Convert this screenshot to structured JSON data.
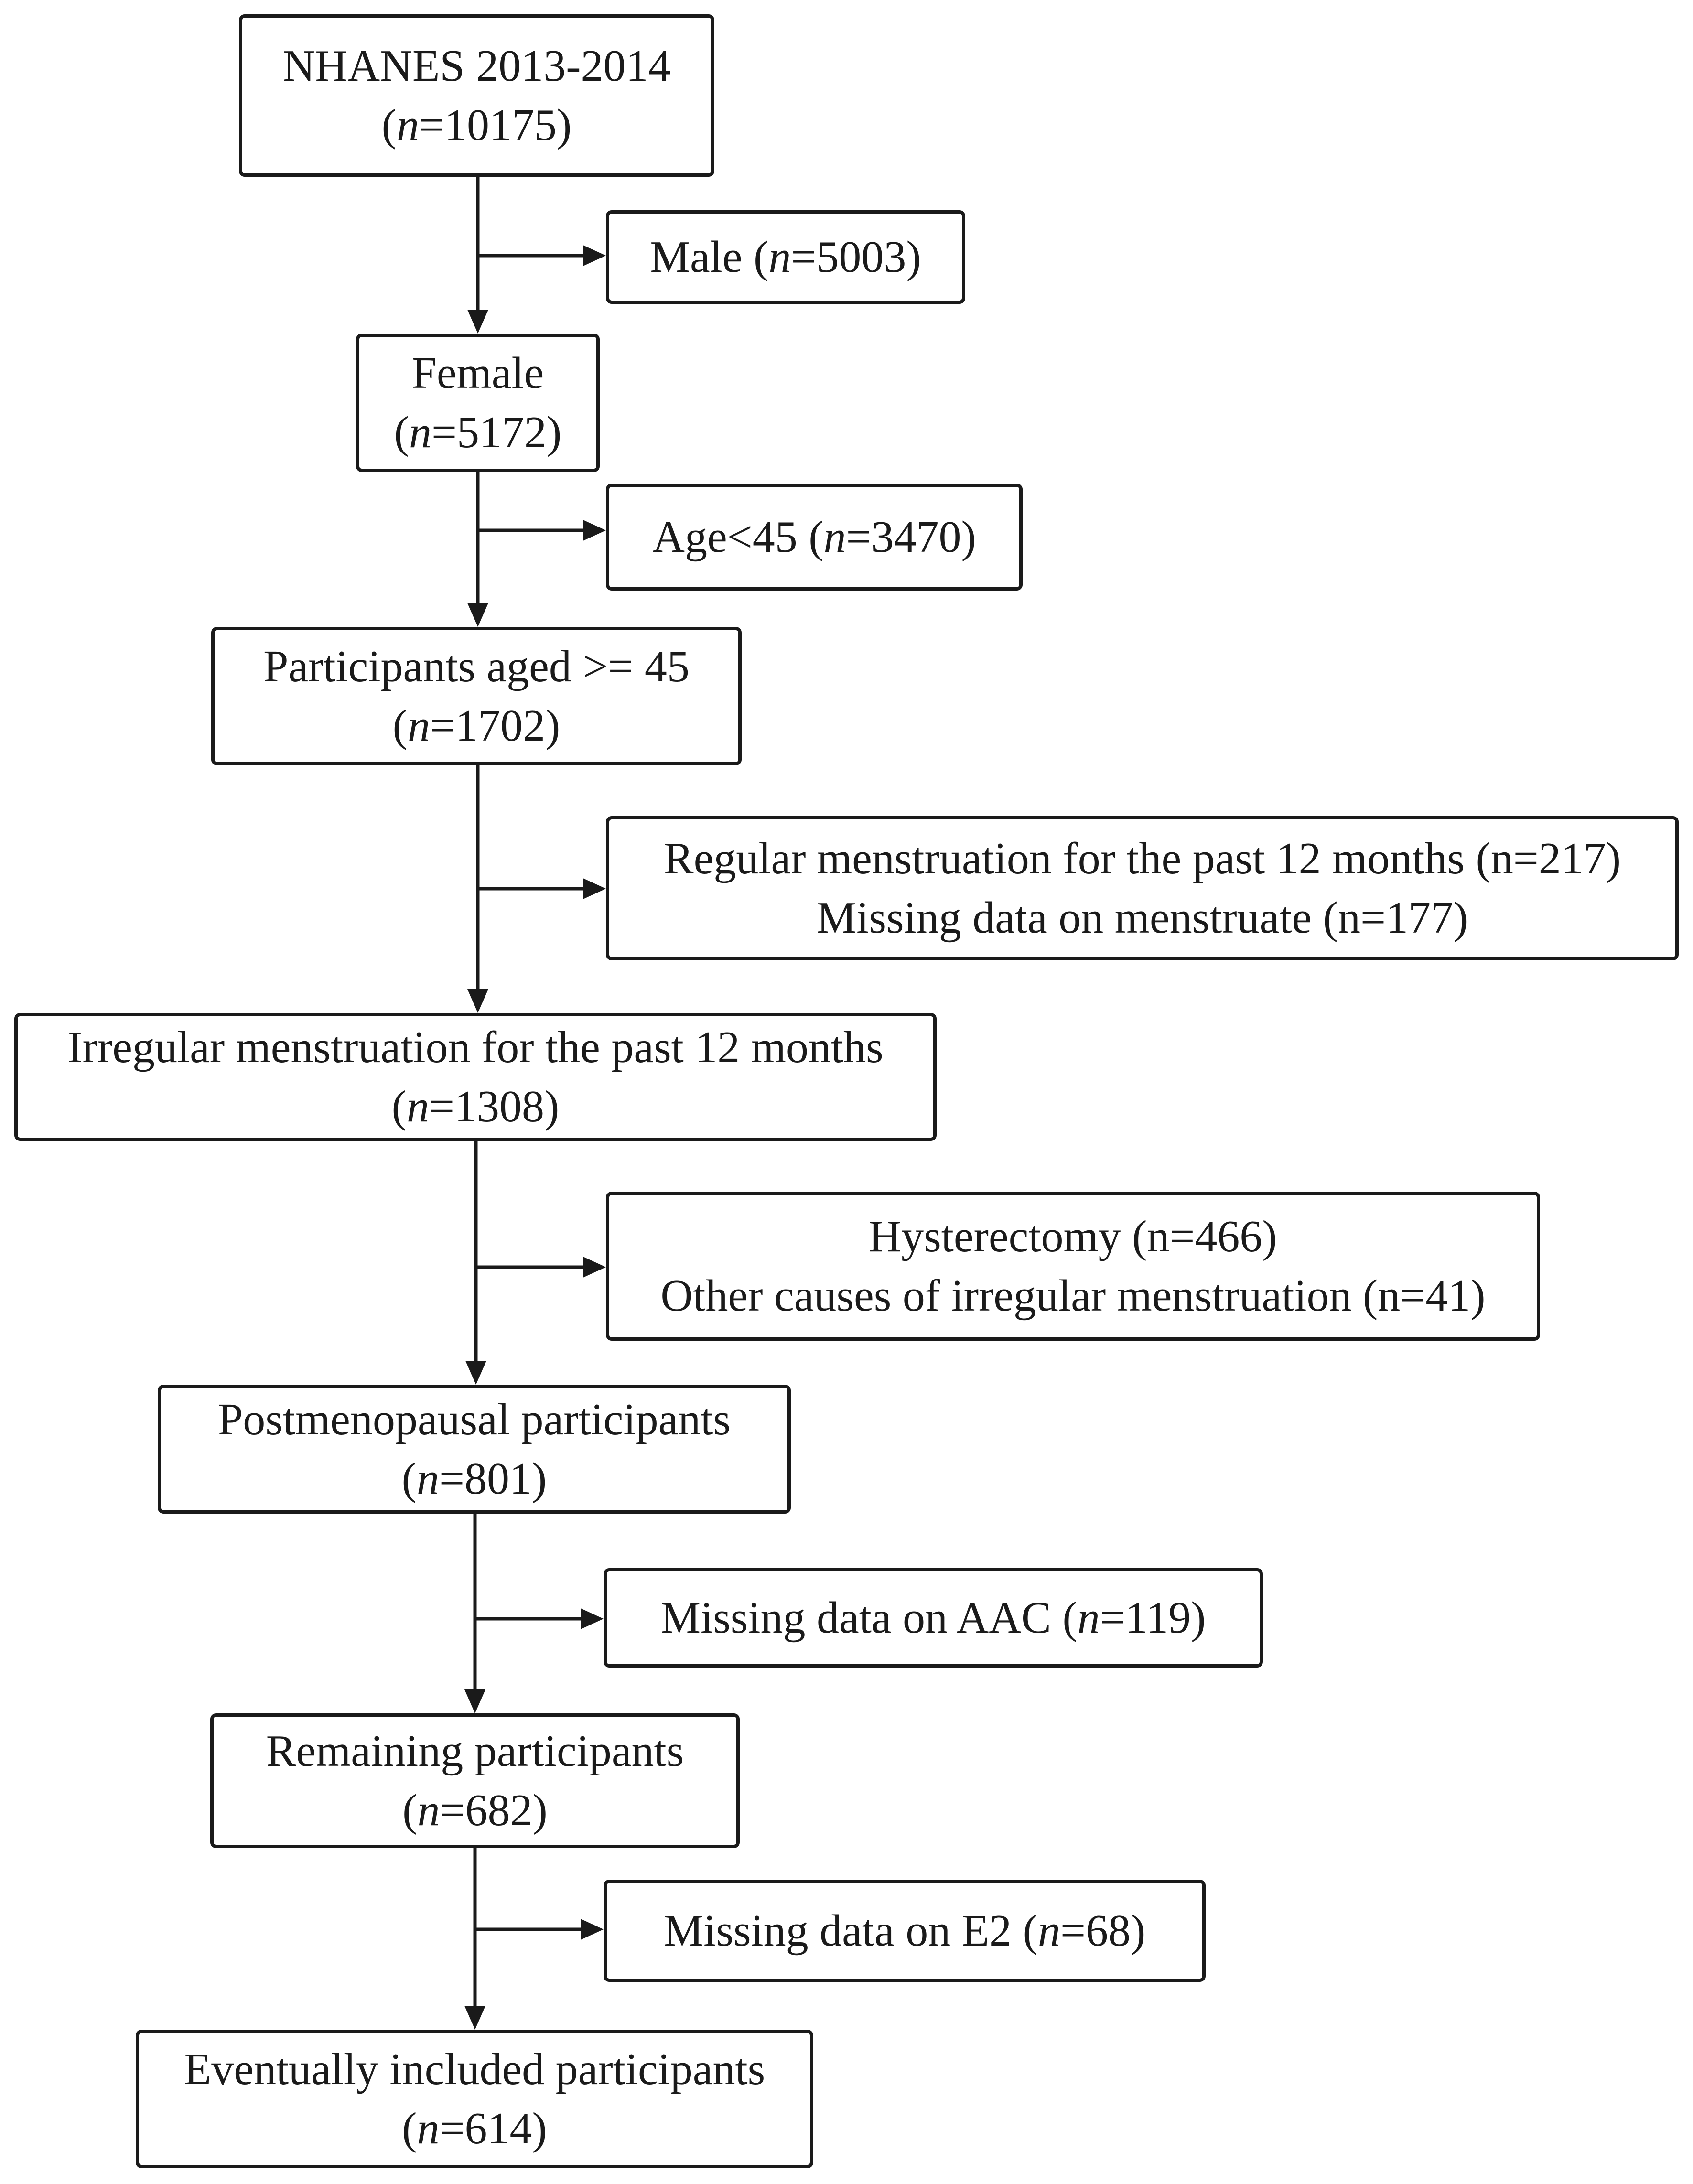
{
  "flowchart": {
    "nhanes": {
      "line1": "NHANES 2013-2014",
      "n_prefix": "(",
      "n_var": "n",
      "n_rest": "=10175)"
    },
    "male": {
      "label": "Male ",
      "n_prefix": "(",
      "n_var": "n",
      "n_rest": "=5003)"
    },
    "female": {
      "line1": "Female",
      "n_prefix": "(",
      "n_var": "n",
      "n_rest": "=5172)"
    },
    "age_lt_45": {
      "label": "Age<45 ",
      "n_prefix": "(",
      "n_var": "n",
      "n_rest": "=3470)"
    },
    "aged_ge_45": {
      "line1": "Participants aged >= 45",
      "n_prefix": "(",
      "n_var": "n",
      "n_rest": "=1702)"
    },
    "regular_excl": {
      "line1": "Regular menstruation for the past 12 months (n=217)",
      "line2": "Missing data on menstruate (n=177)"
    },
    "irregular": {
      "line1": "Irregular menstruation for the past 12 months",
      "n_prefix": "(",
      "n_var": "n",
      "n_rest": "=1308)"
    },
    "hyst_excl": {
      "line1": "Hysterectomy (n=466)",
      "line2": "Other causes of irregular menstruation (n=41)"
    },
    "postmeno": {
      "line1": "Postmenopausal participants",
      "n_prefix": "(",
      "n_var": "n",
      "n_rest": "=801)"
    },
    "aac_excl": {
      "label": "Missing data on AAC ",
      "n_prefix": "(",
      "n_var": "n",
      "n_rest": "=119)"
    },
    "remaining": {
      "line1": "Remaining participants",
      "n_prefix": "(",
      "n_var": "n",
      "n_rest": "=682)"
    },
    "e2_excl": {
      "label": "Missing data on E2 ",
      "n_prefix": "(",
      "n_var": "n",
      "n_rest": "=68)"
    },
    "included": {
      "line1": "Eventually included participants",
      "n_prefix": "(",
      "n_var": "n",
      "n_rest": "=614)"
    }
  }
}
